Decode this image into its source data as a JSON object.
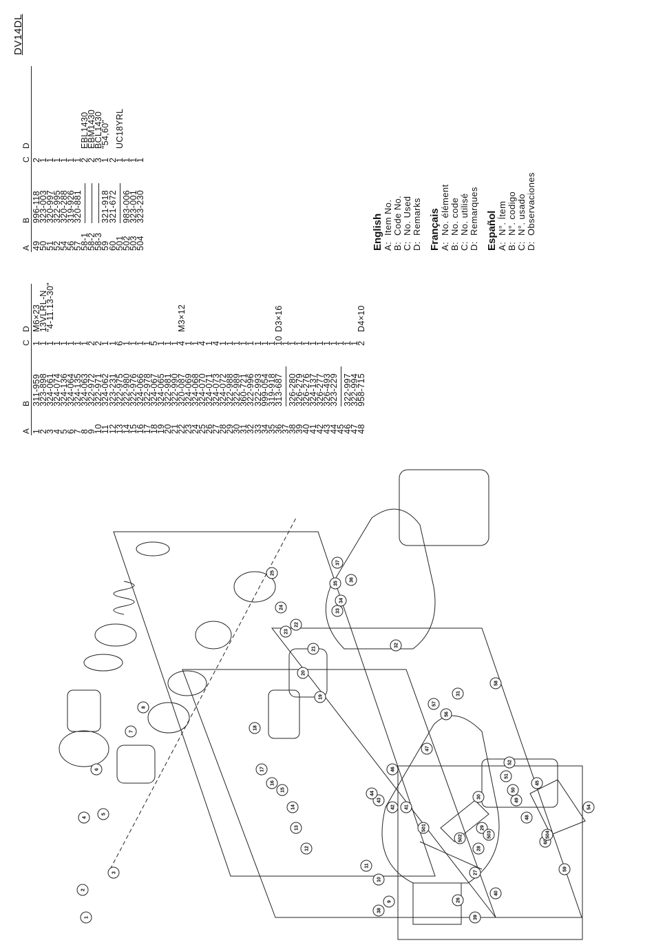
{
  "model": "DV14DL",
  "table_headers": [
    "A",
    "B",
    "C",
    "D"
  ],
  "legend": [
    {
      "language": "English",
      "items": [
        {
          "key": "A:",
          "text": "Item  No."
        },
        {
          "key": "B:",
          "text": "Code  No."
        },
        {
          "key": "C:",
          "text": "No.  Used"
        },
        {
          "key": "D:",
          "text": "Remarks"
        }
      ]
    },
    {
      "language": "Français",
      "items": [
        {
          "key": "A:",
          "text": "No.  élément"
        },
        {
          "key": "B:",
          "text": "No.  code"
        },
        {
          "key": "C:",
          "text": "No.  utilisé"
        },
        {
          "key": "D:",
          "text": "Remarques"
        }
      ]
    },
    {
      "language": "Español",
      "items": [
        {
          "key": "A:",
          "text": "N°.  Ítem"
        },
        {
          "key": "B:",
          "text": "N°.  codigo"
        },
        {
          "key": "C:",
          "text": "N°.  usado"
        },
        {
          "key": "D:",
          "text": "Observaciones"
        }
      ]
    }
  ],
  "parts_left": [
    {
      "a": "1",
      "b": "311-959",
      "c": "1",
      "d": "M6×23"
    },
    {
      "a": "2",
      "b": "323-898",
      "c": "1",
      "d": "13VLRL-N"
    },
    {
      "a": "3",
      "b": "324-061",
      "c": "1",
      "d": "\"4-11.13-30\""
    },
    {
      "a": "4",
      "b": "324-074",
      "c": "1",
      "d": ""
    },
    {
      "a": "5",
      "b": "324-136",
      "c": "1",
      "d": ""
    },
    {
      "a": "6",
      "b": "324-064",
      "c": "1",
      "d": ""
    },
    {
      "a": "7",
      "b": "324-135",
      "c": "1",
      "d": ""
    },
    {
      "a": "8",
      "b": "324-063",
      "c": "1",
      "d": ""
    },
    {
      "a": "9",
      "b": "322-972",
      "c": "2",
      "d": ""
    },
    {
      "a": "10",
      "b": "322-971",
      "c": "2",
      "d": ""
    },
    {
      "a": "11",
      "b": "324-062",
      "c": "1",
      "d": ""
    },
    {
      "a": "12",
      "b": "323-231",
      "c": "1",
      "d": ""
    },
    {
      "a": "13",
      "b": "322-975",
      "c": "6",
      "d": ""
    },
    {
      "a": "14",
      "b": "322-980",
      "c": "1",
      "d": ""
    },
    {
      "a": "15",
      "b": "322-976",
      "c": "1",
      "d": ""
    },
    {
      "a": "16",
      "b": "324-066",
      "c": "1",
      "d": ""
    },
    {
      "a": "17",
      "b": "322-978",
      "c": "1",
      "d": ""
    },
    {
      "a": "18",
      "b": "324-067",
      "c": "5",
      "d": ""
    },
    {
      "a": "19",
      "b": "324-065",
      "c": "1",
      "d": ""
    },
    {
      "a": "20",
      "b": "322-981",
      "c": "1",
      "d": ""
    },
    {
      "a": "21",
      "b": "322-990",
      "c": "1",
      "d": ""
    },
    {
      "a": "22",
      "b": "320-087",
      "c": "4",
      "d": "M3×12"
    },
    {
      "a": "23",
      "b": "324-069",
      "c": "1",
      "d": ""
    },
    {
      "a": "24",
      "b": "324-068",
      "c": "1",
      "d": ""
    },
    {
      "a": "25",
      "b": "324-070",
      "c": "4",
      "d": ""
    },
    {
      "a": "26",
      "b": "324-071",
      "c": "1",
      "d": ""
    },
    {
      "a": "27",
      "b": "324-073",
      "c": "4",
      "d": ""
    },
    {
      "a": "28",
      "b": "324-072",
      "c": "1",
      "d": ""
    },
    {
      "a": "29",
      "b": "322-988",
      "c": "1",
      "d": ""
    },
    {
      "a": "30",
      "b": "322-989",
      "c": "1",
      "d": ""
    },
    {
      "a": "31",
      "b": "360-721",
      "c": "1",
      "d": ""
    },
    {
      "a": "32",
      "b": "322-996",
      "c": "1",
      "d": ""
    },
    {
      "a": "33",
      "b": "322-993",
      "c": "1",
      "d": ""
    },
    {
      "a": "34",
      "b": "999-054",
      "c": "1",
      "d": ""
    },
    {
      "a": "35",
      "b": "319-918",
      "c": "1",
      "d": ""
    },
    {
      "a": "36",
      "b": "313-687",
      "c": "10",
      "d": "D3×16"
    },
    {
      "a": "37",
      "b": "—",
      "c": "1",
      "d": ""
    },
    {
      "a": "38",
      "b": "326-280",
      "c": "1",
      "d": ""
    },
    {
      "a": "39",
      "b": "326-279",
      "c": "1",
      "d": ""
    },
    {
      "a": "40",
      "b": "326-276",
      "c": "1",
      "d": ""
    },
    {
      "a": "41",
      "b": "324-137",
      "c": "1",
      "d": ""
    },
    {
      "a": "42",
      "b": "326-277",
      "c": "1",
      "d": ""
    },
    {
      "a": "43",
      "b": "326-493",
      "c": "1",
      "d": ""
    },
    {
      "a": "44",
      "b": "323-229",
      "c": "1",
      "d": ""
    },
    {
      "a": "45",
      "b": "—",
      "c": "1",
      "d": ""
    },
    {
      "a": "46",
      "b": "322-997",
      "c": "1",
      "d": ""
    },
    {
      "a": "47",
      "b": "322-994",
      "c": "1",
      "d": ""
    },
    {
      "a": "48",
      "b": "958-715",
      "c": "2",
      "d": "D4×10"
    }
  ],
  "parts_right": [
    {
      "a": "49",
      "b": "996-118",
      "c": "2",
      "d": ""
    },
    {
      "a": "50",
      "b": "323-003",
      "c": "1",
      "d": ""
    },
    {
      "a": "51",
      "b": "320-997",
      "c": "1",
      "d": ""
    },
    {
      "a": "52",
      "b": "322-995",
      "c": "1",
      "d": ""
    },
    {
      "a": "54",
      "b": "320-288",
      "c": "1",
      "d": ""
    },
    {
      "a": "56",
      "b": "319-926",
      "c": "1",
      "d": ""
    },
    {
      "a": "57",
      "b": "320-881",
      "c": "1",
      "d": ""
    },
    {
      "a": "58-1",
      "b": "—",
      "c": "2",
      "d": "EBL1430"
    },
    {
      "a": "58-2",
      "b": "—",
      "c": "2",
      "d": "EBM1430"
    },
    {
      "a": "58-3",
      "b": "—",
      "c": "3",
      "d": "BCL1430"
    },
    {
      "a": "59",
      "b": "321-918",
      "c": "1",
      "d": "\"54,60\""
    },
    {
      "a": "60",
      "b": "321-672",
      "c": "2",
      "d": ""
    },
    {
      "a": "501",
      "b": "—",
      "c": "1",
      "d": "UC18YRL"
    },
    {
      "a": "502",
      "b": "983-006",
      "c": "1",
      "d": ""
    },
    {
      "a": "503",
      "b": "323-001",
      "c": "1",
      "d": ""
    },
    {
      "a": "504",
      "b": "323-230",
      "c": "1",
      "d": ""
    }
  ],
  "callouts": [
    "1",
    "2",
    "3",
    "4",
    "5",
    "6",
    "7",
    "8",
    "9",
    "10",
    "11",
    "12",
    "13",
    "14",
    "15",
    "16",
    "17",
    "18",
    "19",
    "20",
    "21",
    "22",
    "23",
    "24",
    "25",
    "26",
    "27",
    "28",
    "29",
    "30",
    "31",
    "32",
    "33",
    "34",
    "35",
    "36",
    "37",
    "38",
    "39",
    "40",
    "41",
    "42",
    "43",
    "44",
    "45",
    "46",
    "47",
    "48",
    "49",
    "50",
    "51",
    "52",
    "54",
    "56",
    "57",
    "58",
    "59",
    "60",
    "501",
    "502",
    "503",
    "504"
  ]
}
